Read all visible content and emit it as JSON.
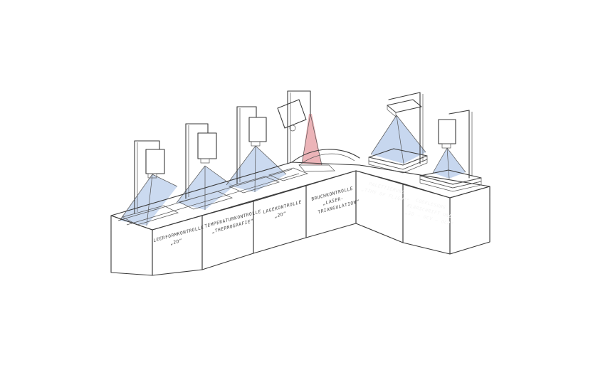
{
  "stations": [
    {
      "id": "leerform",
      "lines": [
        "LEERFORMKONTROLLE",
        "„2D“"
      ]
    },
    {
      "id": "temperatur",
      "lines": [
        "TEMPERATURKONTROLLE",
        "„THERMOGRAFIE“"
      ]
    },
    {
      "id": "lage",
      "lines": [
        "LAGEKONTROLLE",
        "„2D“"
      ]
    },
    {
      "id": "bruch",
      "lines": [
        "BRUCHKONTROLLE",
        "„LASER-",
        "TRIANGULATION“"
      ]
    },
    {
      "id": "palettierung",
      "lines": [
        "PALETTIERUNG",
        "„TIME OF FLIGHT“"
      ]
    },
    {
      "id": "codelesung",
      "lines": [
        "CODELESUNG",
        "KLARSCHRIFT UND",
        "„2D – OCV – OCR“"
      ]
    }
  ],
  "colors": {
    "camera_cone": "#b9cdeb",
    "laser": "#e9a7ac",
    "dark_panel": "#8d8d8d",
    "light_panel": "#f3f3f3",
    "ink": "#3a3a3a"
  }
}
